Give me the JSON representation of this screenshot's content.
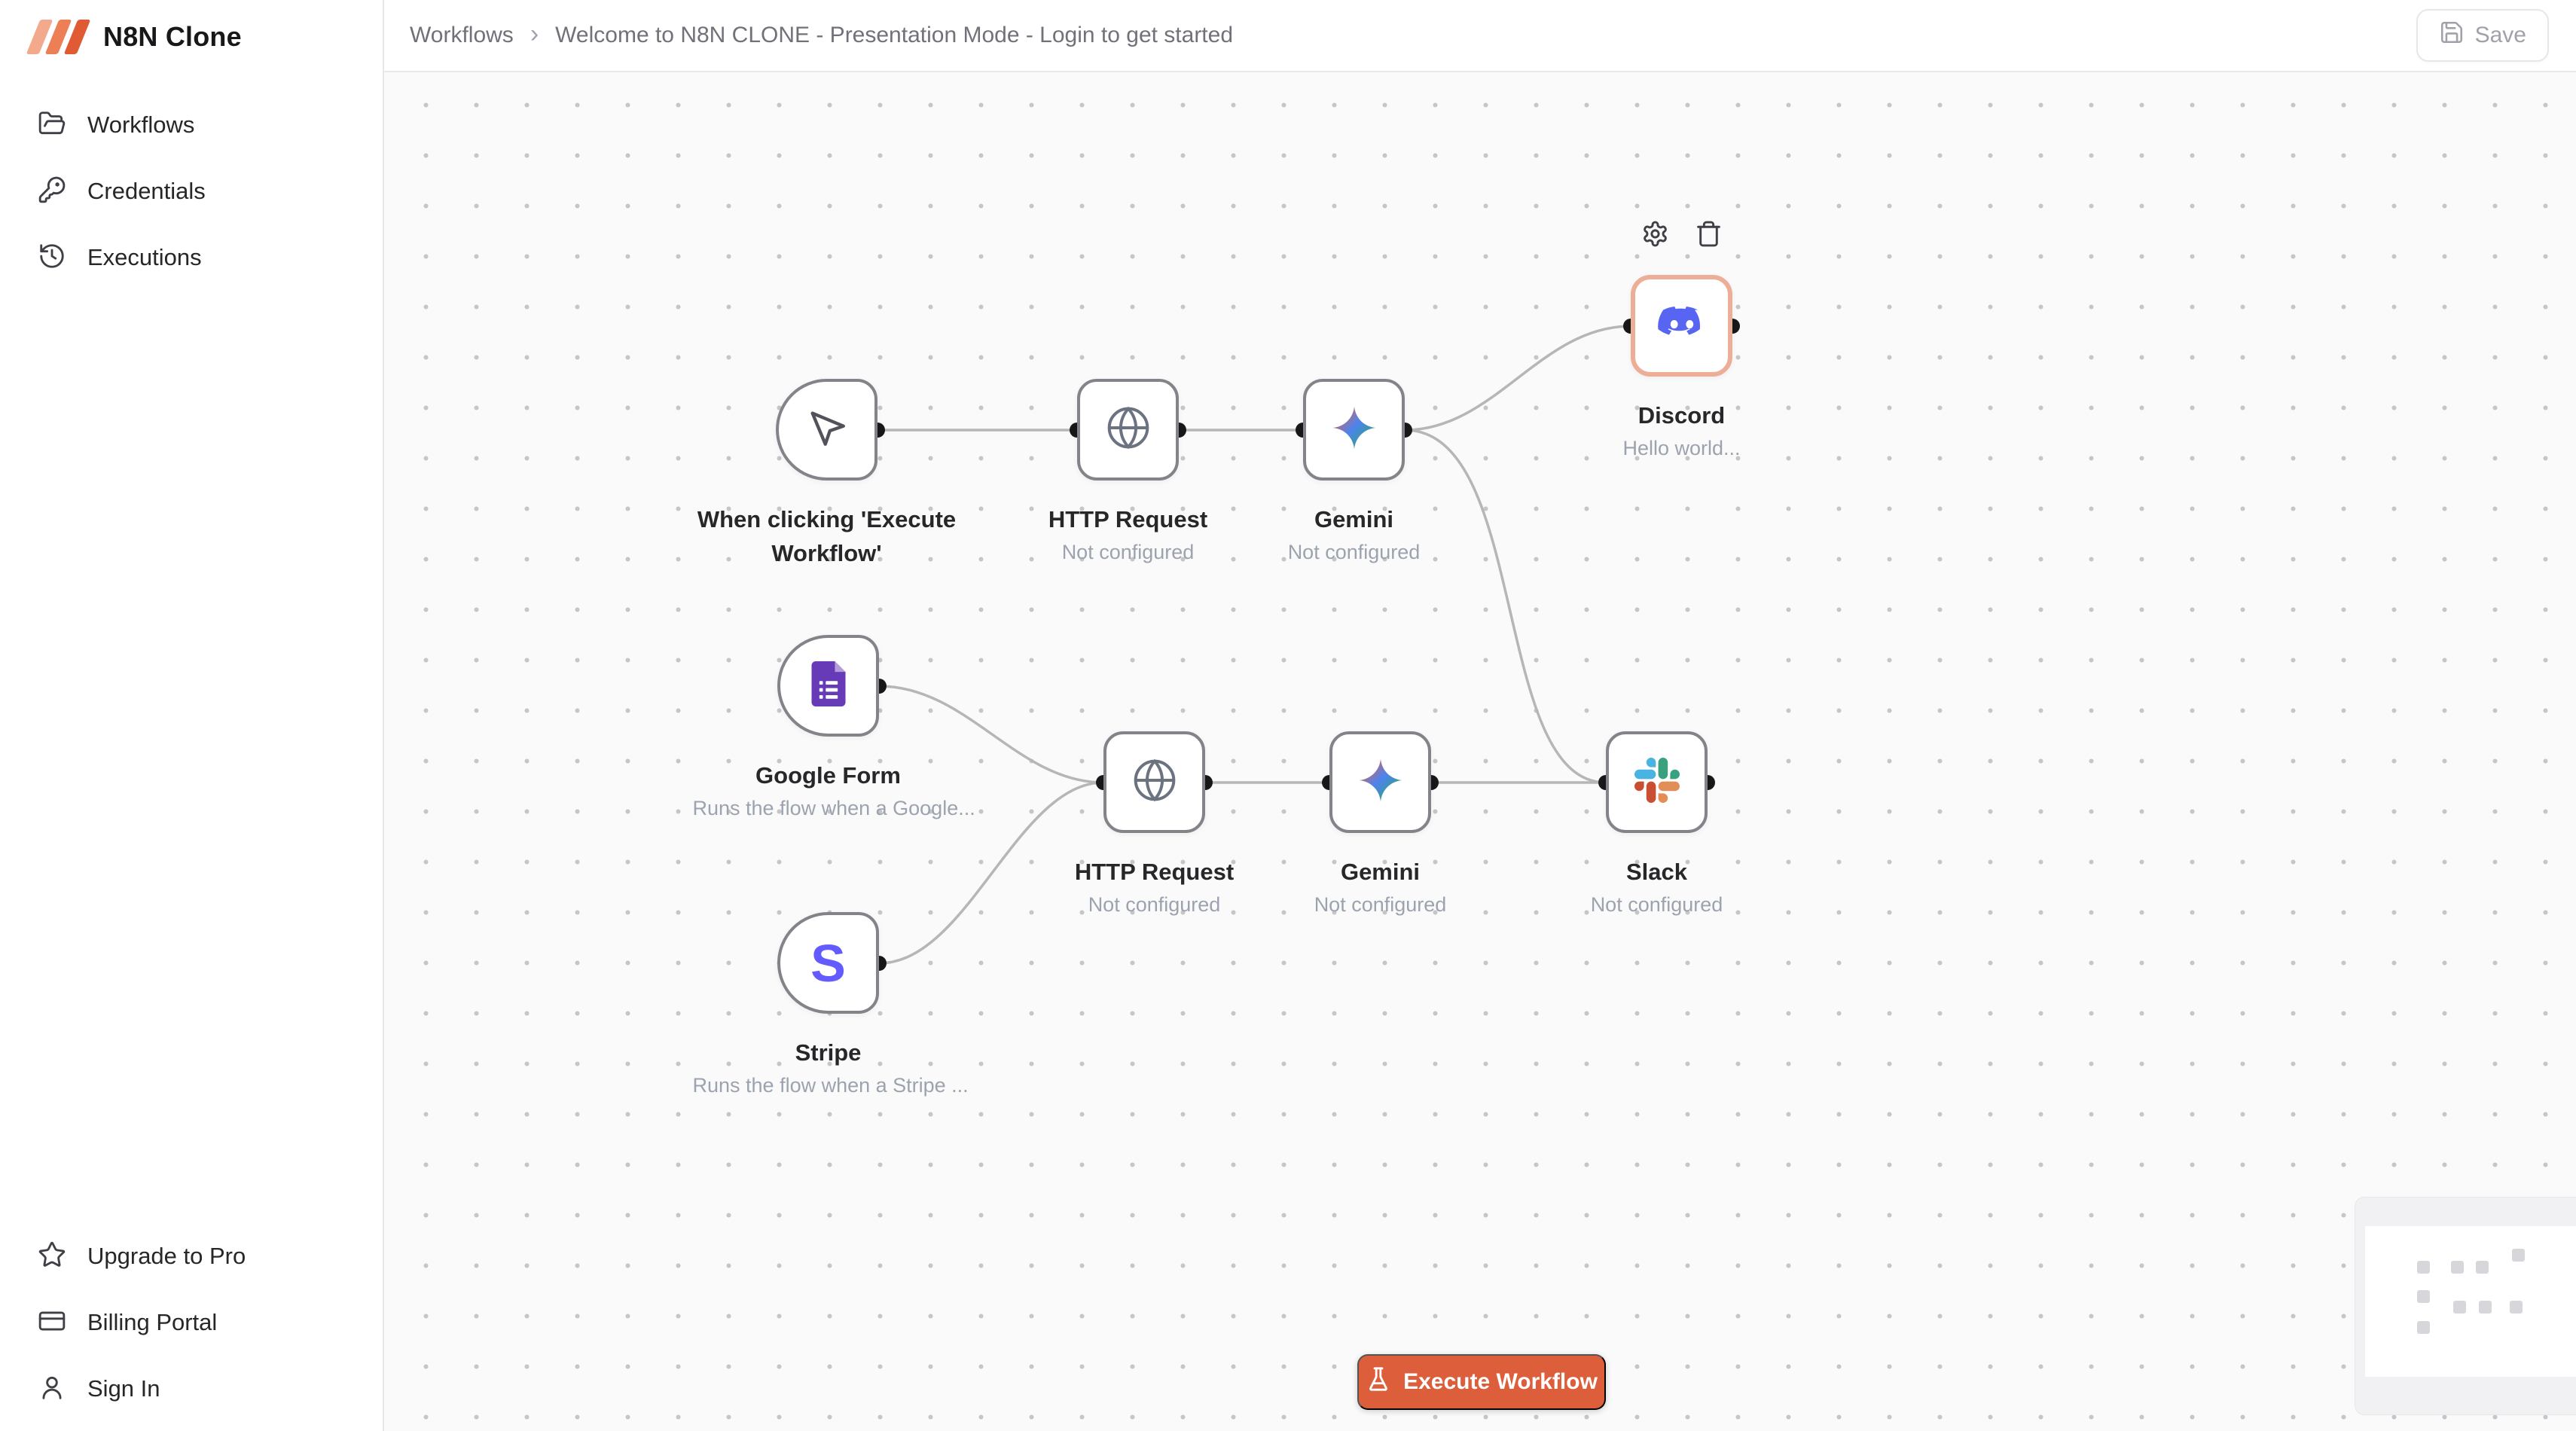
{
  "app": {
    "title": "N8N Clone"
  },
  "sidebar": {
    "nav": [
      {
        "label": "Workflows",
        "icon": "folder-open-icon"
      },
      {
        "label": "Credentials",
        "icon": "key-icon"
      },
      {
        "label": "Executions",
        "icon": "history-icon"
      }
    ],
    "footer": [
      {
        "label": "Upgrade to Pro",
        "icon": "star-icon"
      },
      {
        "label": "Billing Portal",
        "icon": "credit-card-icon"
      },
      {
        "label": "Sign In",
        "icon": "user-icon"
      }
    ]
  },
  "topbar": {
    "breadcrumb": {
      "root": "Workflows",
      "separator": "›",
      "current": "Welcome to N8N CLONE - Presentation Mode - Login to get started"
    },
    "save_button": "Save"
  },
  "canvas": {
    "nodes": [
      {
        "title": "When clicking 'Execute Workflow'",
        "subtitle": "",
        "icon": "mouse-pointer-icon",
        "type": "trigger"
      },
      {
        "title": "HTTP Request",
        "subtitle": "Not configured",
        "icon": "globe-icon",
        "type": "action"
      },
      {
        "title": "Gemini",
        "subtitle": "Not configured",
        "icon": "gemini-icon",
        "type": "action"
      },
      {
        "title": "Discord",
        "subtitle": "Hello world...",
        "icon": "discord-icon",
        "type": "action",
        "selected": true
      },
      {
        "title": "Google Form",
        "subtitle": "Runs the flow when a Google...",
        "icon": "google-form-icon",
        "type": "trigger"
      },
      {
        "title": "Stripe",
        "subtitle": "Runs the flow when a Stripe ...",
        "icon": "stripe-icon",
        "icon_letter": "S",
        "type": "trigger"
      },
      {
        "title": "HTTP Request",
        "subtitle": "Not configured",
        "icon": "globe-icon",
        "type": "action"
      },
      {
        "title": "Gemini",
        "subtitle": "Not configured",
        "icon": "gemini-icon",
        "type": "action"
      },
      {
        "title": "Slack",
        "subtitle": "Not configured",
        "icon": "slack-icon",
        "type": "action"
      }
    ],
    "execute_button": "Execute Workflow"
  },
  "colors": {
    "accent_orange": "#DC5E3A",
    "selection_border": "#EDAE97",
    "discord_blurple": "#5865F2",
    "stripe_purple": "#635BFF",
    "forms_purple": "#673AB7",
    "wire_gray": "#b6b6b9"
  }
}
